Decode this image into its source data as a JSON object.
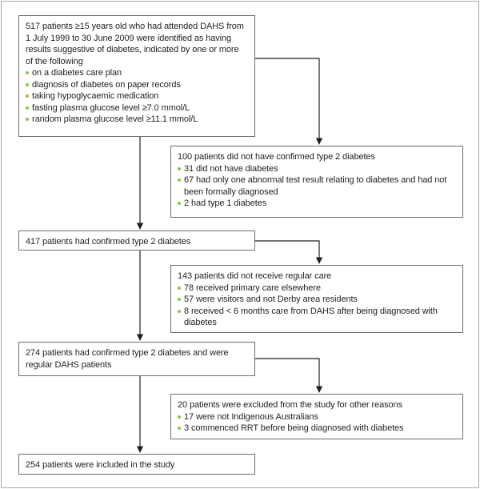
{
  "colors": {
    "bullet": "#8cc63f",
    "border": "#6d6e71",
    "arrow": "#231f20"
  },
  "boxes": {
    "initial": {
      "text": "517 patients ≥15 years old who had attended DAHS from 1 July 1999 to 30 June 2009 were identified as having results suggestive of diabetes, indicated by one or more of the following",
      "items": [
        "on a diabetes care plan",
        "diagnosis of diabetes on paper records",
        "taking hypoglycaemic medication",
        "fasting plasma glucose level ≥7.0 mmol/L",
        "random plasma glucose level ≥11.1 mmol/L"
      ]
    },
    "excluded_1": {
      "text": "100 patients did not have confirmed type 2 diabetes",
      "items": [
        "31 did not have diabetes",
        "67 had only one abnormal test result relating to diabetes and had not been formally diagnosed",
        "2 had type 1 diabetes"
      ]
    },
    "confirmed": {
      "text": "417 patients had confirmed type 2 diabetes"
    },
    "excluded_2": {
      "text": "143 patients did not receive regular care",
      "items": [
        "78 received primary care elsewhere",
        "57 were visitors and not Derby area residents",
        "8 received < 6 months care from DAHS after being diagnosed with diabetes"
      ]
    },
    "regular": {
      "text": "274 patients had confirmed type 2 diabetes and were regular DAHS patients"
    },
    "excluded_3": {
      "text": "20 patients were excluded from the study for other reasons",
      "items": [
        "17 were not Indigenous Australians",
        "3 commenced RRT before being diagnosed with diabetes"
      ]
    },
    "included": {
      "text": "254 patients were included in the study"
    }
  }
}
